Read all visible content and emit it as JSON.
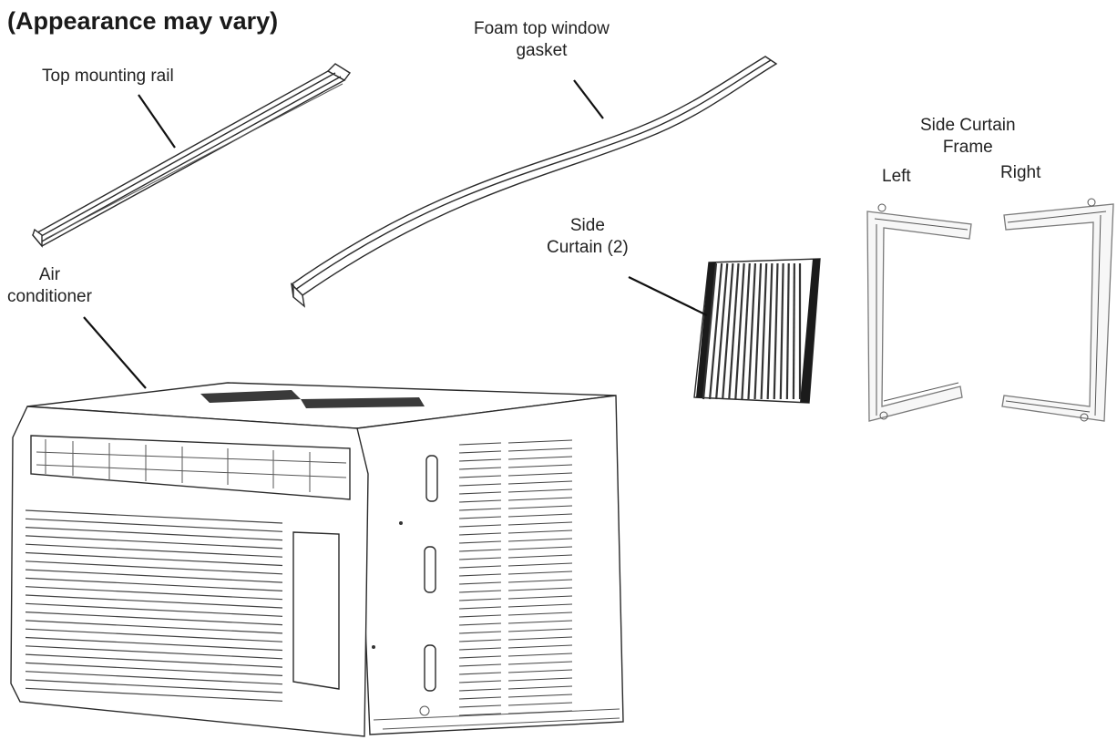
{
  "title": "(Appearance may vary)",
  "labels": {
    "rail": "Top mounting rail",
    "gasket_1": "Foam top window",
    "gasket_2": "gasket",
    "frame_1": "Side Curtain",
    "frame_2": "Frame",
    "left": "Left",
    "right": "Right",
    "curtain_1": "Side",
    "curtain_2": "Curtain (2)",
    "ac_1": "Air",
    "ac_2": "conditioner"
  },
  "colors": {
    "ink": "#2a2a2a",
    "frame": "#7a7a7a",
    "background": "#ffffff"
  }
}
